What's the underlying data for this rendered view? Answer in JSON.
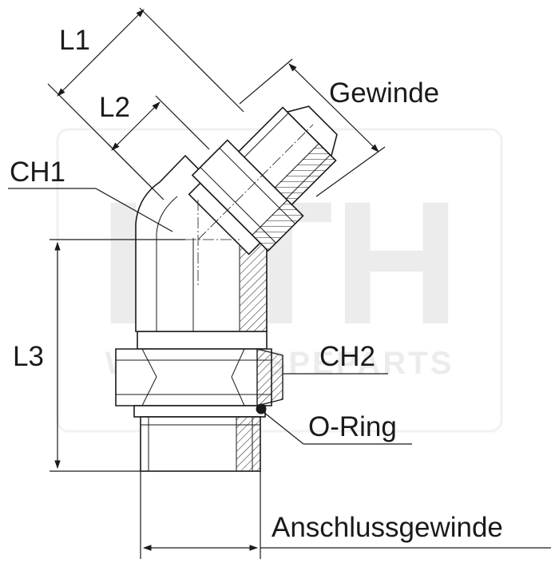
{
  "watermark": {
    "logo_text": "HTH",
    "sub_text": "WWW.HOSPEPARTS"
  },
  "labels": {
    "l1": "L1",
    "l2": "L2",
    "gewinde": "Gewinde",
    "ch1": "CH1",
    "l3": "L3",
    "ch2": "CH2",
    "o_ring": "O-Ring",
    "anschlussgewinde": "Anschlussgewinde"
  }
}
